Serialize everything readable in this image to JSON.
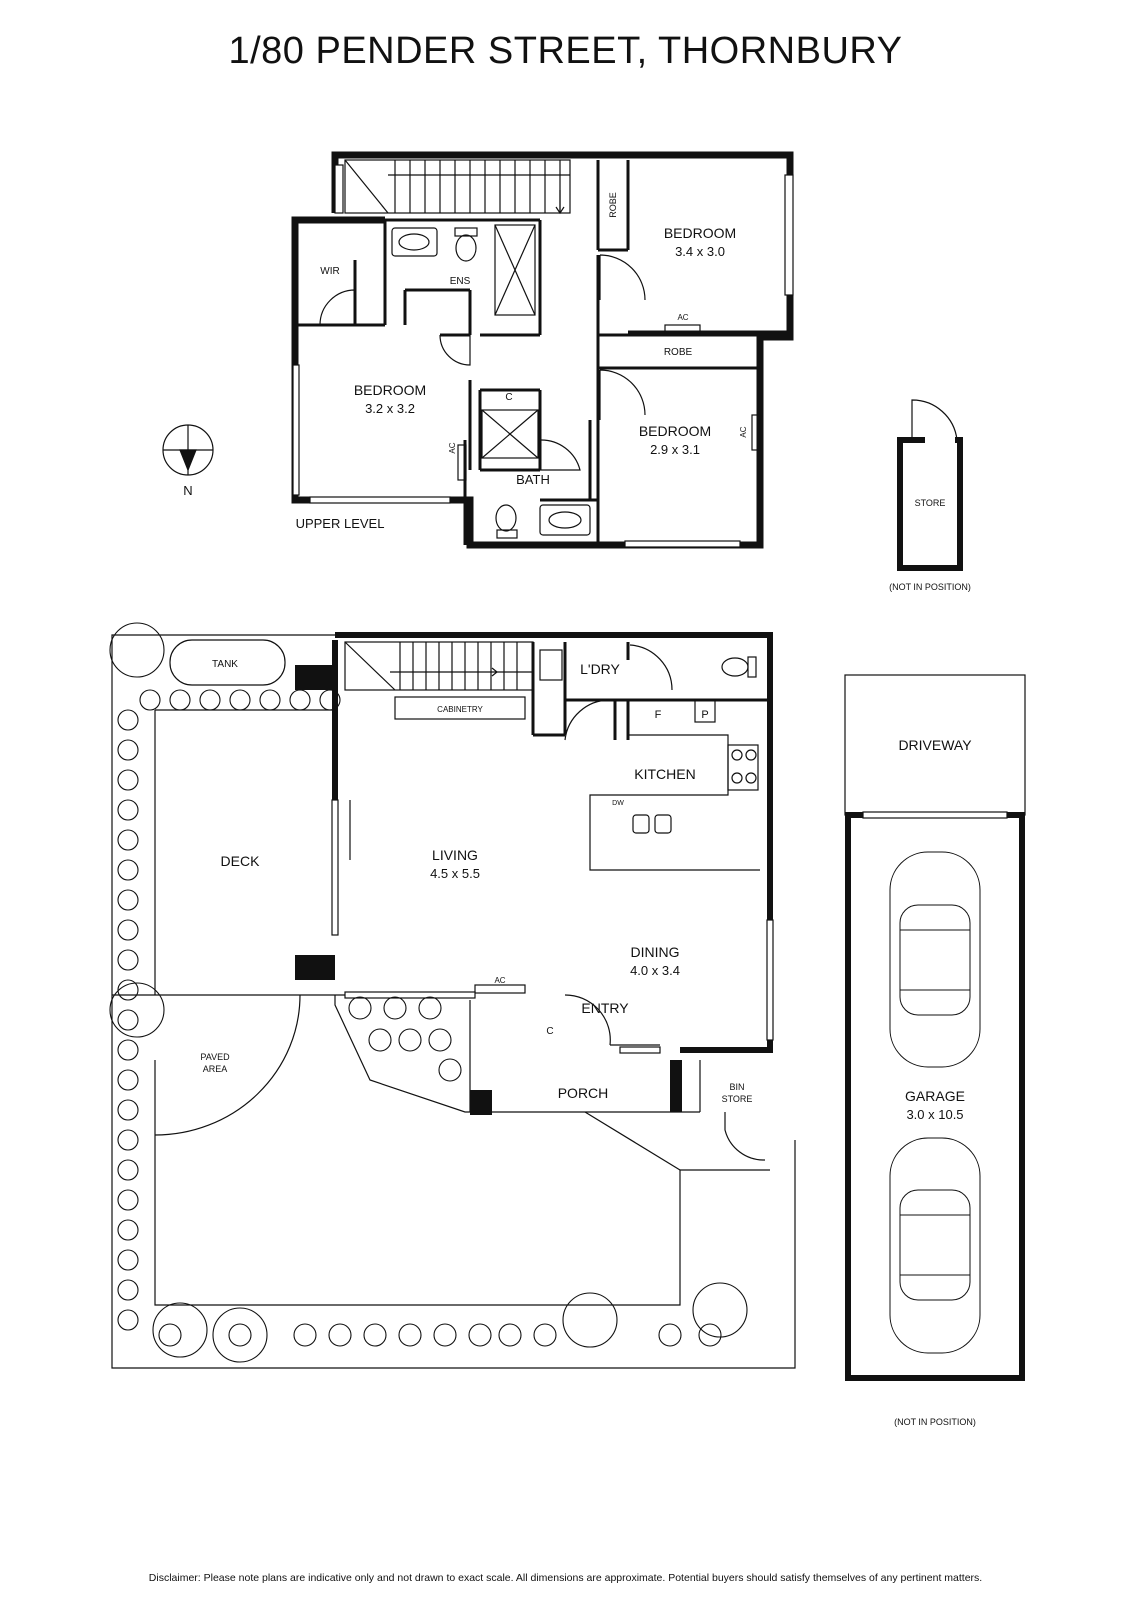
{
  "title": "1/80 PENDER STREET, THORNBURY",
  "compass": {
    "label": "N"
  },
  "upper_level": {
    "label": "UPPER LEVEL",
    "rooms": {
      "bedroom_ne": {
        "name": "BEDROOM",
        "dims": "3.4 x 3.0"
      },
      "bedroom_w": {
        "name": "BEDROOM",
        "dims": "3.2 x 3.2"
      },
      "bedroom_se": {
        "name": "BEDROOM",
        "dims": "2.9 x 3.1"
      },
      "wir": "WIR",
      "ens": "ENS",
      "robe_top": "ROBE",
      "robe_mid": "ROBE",
      "linen": "C",
      "bath": "BATH",
      "ac_ne": "AC",
      "ac_w": "AC",
      "ac_se": "AC"
    }
  },
  "store": {
    "label": "STORE",
    "note": "(NOT IN POSITION)"
  },
  "ground": {
    "tank": "TANK",
    "cabinetry": "CABINETRY",
    "laundry": "L'DRY",
    "fridge": "F",
    "pantry": "P",
    "kitchen": "KITCHEN",
    "dw": "DW",
    "deck": "DECK",
    "living": {
      "name": "LIVING",
      "dims": "4.5 x 5.5"
    },
    "dining": {
      "name": "DINING",
      "dims": "4.0 x 3.4"
    },
    "ac": "AC",
    "entry": "ENTRY",
    "coat": "C",
    "paved": [
      "PAVED",
      "AREA"
    ],
    "porch": "PORCH",
    "bin": [
      "BIN",
      "STORE"
    ]
  },
  "driveway": "DRIVEWAY",
  "garage": {
    "name": "GARAGE",
    "dims": "3.0 x 10.5",
    "note": "(NOT IN POSITION)"
  },
  "disclaimer": "Disclaimer: Please note plans are indicative only and not drawn to exact scale. All dimensions are approximate. Potential buyers should satisfy themselves of any pertinent matters."
}
